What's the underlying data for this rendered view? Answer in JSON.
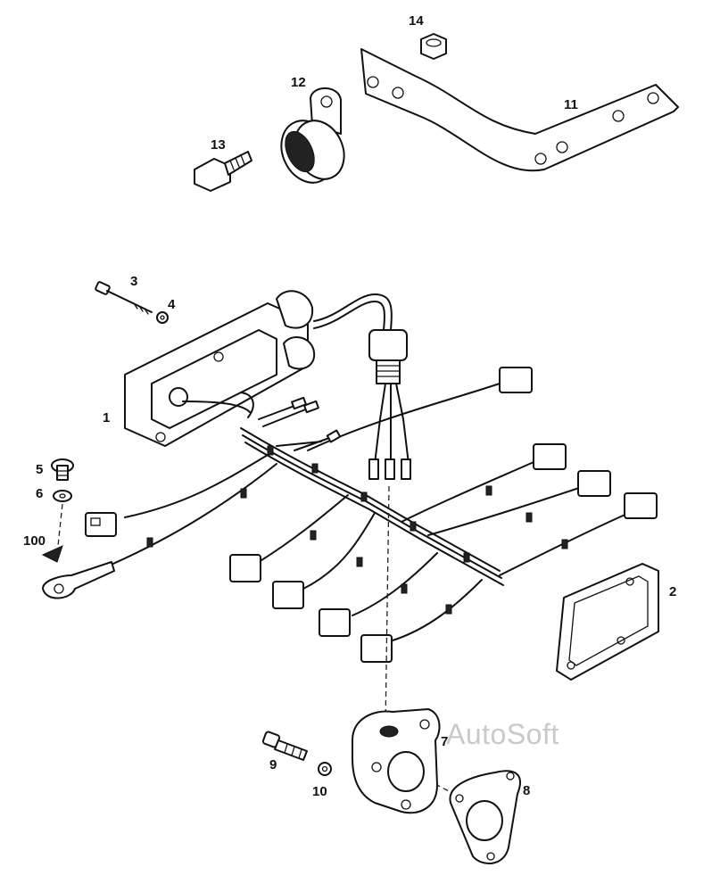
{
  "watermark": "AutoSoft",
  "callouts": [
    "1",
    "2",
    "3",
    "4",
    "5",
    "6",
    "7",
    "8",
    "9",
    "10",
    "11",
    "12",
    "13",
    "14",
    "100"
  ]
}
